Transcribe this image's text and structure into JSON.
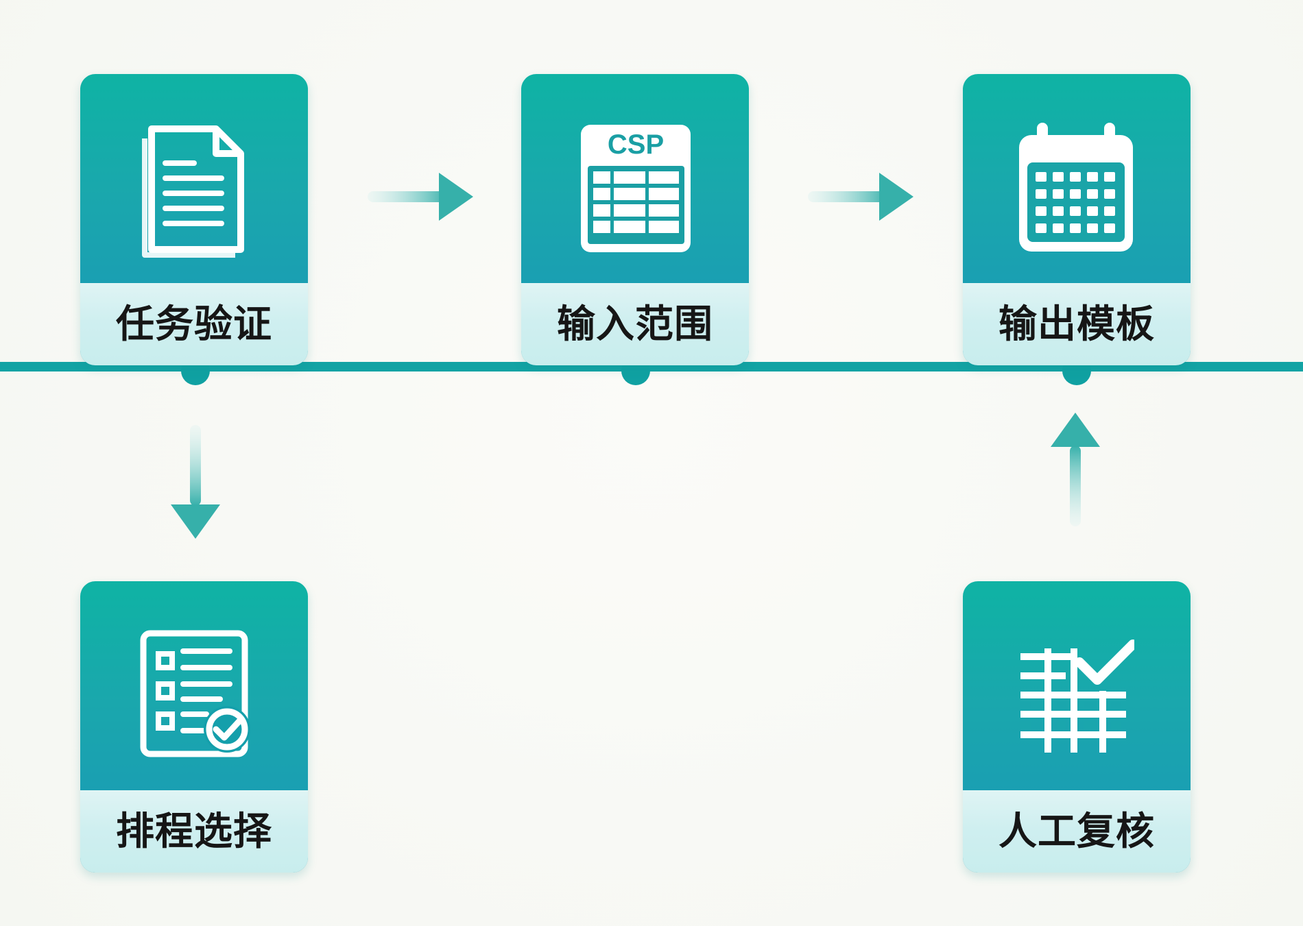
{
  "colors": {
    "background": "#f8f9f5",
    "line": "#13a3a4",
    "card_top_start": "#0fb3a4",
    "card_top_end": "#1598ad",
    "label_band": "#cfeff0",
    "icon": "#ffffff",
    "text": "#161616"
  },
  "steps": [
    {
      "label": "任务验证",
      "icon": "document-icon"
    },
    {
      "label": "输入范围",
      "icon": "csp-table-icon",
      "icon_text": "CSP"
    },
    {
      "label": "输出模板",
      "icon": "calendar-icon"
    },
    {
      "label": "排程选择",
      "icon": "checklist-icon"
    },
    {
      "label": "人工复核",
      "icon": "grid-check-icon"
    }
  ]
}
